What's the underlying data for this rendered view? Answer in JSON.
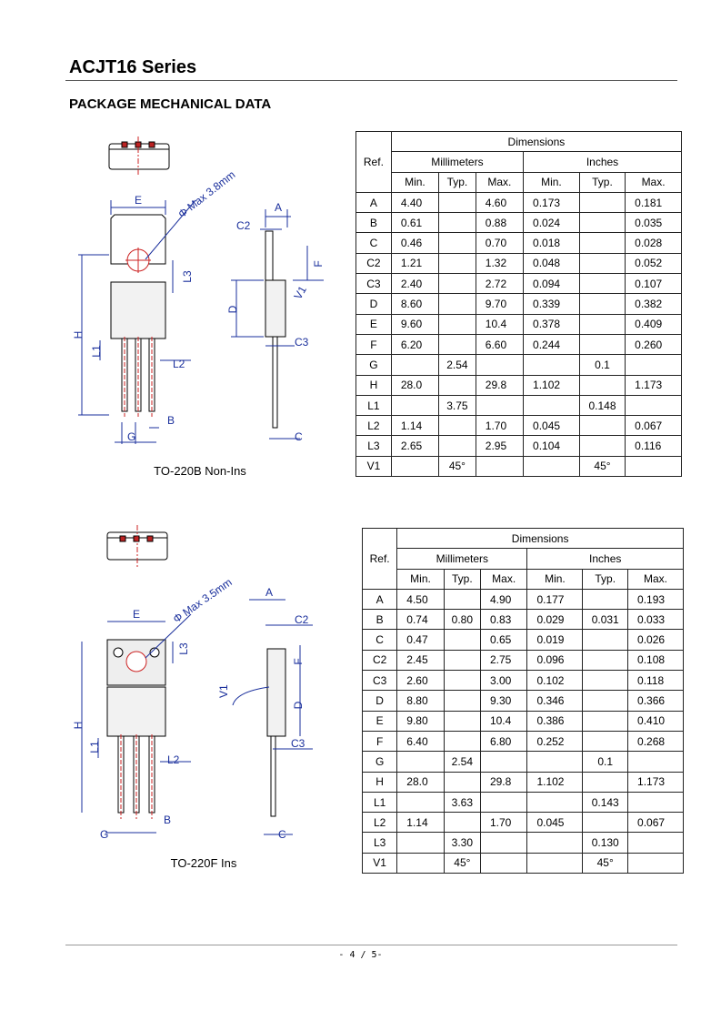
{
  "header": {
    "title": "ACJT16 Series",
    "section": "PACKAGE MECHANICAL DATA"
  },
  "colors": {
    "dimension_line": "#1a2f9c",
    "center_line": "#cc2222"
  },
  "packages": [
    {
      "name": "TO-220B Non-Ins",
      "diameter_note": "Φ Max 3.8mm",
      "table": {
        "ref_header": "Ref.",
        "dimensions_header": "Dimensions",
        "units": [
          "Millimeters",
          "Inches"
        ],
        "columns": [
          "Min.",
          "Typ.",
          "Max.",
          "Min.",
          "Typ.",
          "Max."
        ],
        "rows": [
          [
            "A",
            "4.40",
            "",
            "4.60",
            "0.173",
            "",
            "0.181"
          ],
          [
            "B",
            "0.61",
            "",
            "0.88",
            "0.024",
            "",
            "0.035"
          ],
          [
            "C",
            "0.46",
            "",
            "0.70",
            "0.018",
            "",
            "0.028"
          ],
          [
            "C2",
            "1.21",
            "",
            "1.32",
            "0.048",
            "",
            "0.052"
          ],
          [
            "C3",
            "2.40",
            "",
            "2.72",
            "0.094",
            "",
            "0.107"
          ],
          [
            "D",
            "8.60",
            "",
            "9.70",
            "0.339",
            "",
            "0.382"
          ],
          [
            "E",
            "9.60",
            "",
            "10.4",
            "0.378",
            "",
            "0.409"
          ],
          [
            "F",
            "6.20",
            "",
            "6.60",
            "0.244",
            "",
            "0.260"
          ],
          [
            "G",
            "",
            "2.54",
            "",
            "",
            "0.1",
            ""
          ],
          [
            "H",
            "28.0",
            "",
            "29.8",
            "1.102",
            "",
            "1.173"
          ],
          [
            "L1",
            "",
            "3.75",
            "",
            "",
            "0.148",
            ""
          ],
          [
            "L2",
            "1.14",
            "",
            "1.70",
            "0.045",
            "",
            "0.067"
          ],
          [
            "L3",
            "2.65",
            "",
            "2.95",
            "0.104",
            "",
            "0.116"
          ],
          [
            "V1",
            "",
            "45°",
            "",
            "",
            "45°",
            ""
          ]
        ]
      }
    },
    {
      "name": "TO-220F Ins",
      "diameter_note": "Φ Max 3.5mm",
      "table": {
        "ref_header": "Ref.",
        "dimensions_header": "Dimensions",
        "units": [
          "Millimeters",
          "Inches"
        ],
        "columns": [
          "Min.",
          "Typ.",
          "Max.",
          "Min.",
          "Typ.",
          "Max."
        ],
        "rows": [
          [
            "A",
            "4.50",
            "",
            "4.90",
            "0.177",
            "",
            "0.193"
          ],
          [
            "B",
            "0.74",
            "0.80",
            "0.83",
            "0.029",
            "0.031",
            "0.033"
          ],
          [
            "C",
            "0.47",
            "",
            "0.65",
            "0.019",
            "",
            "0.026"
          ],
          [
            "C2",
            "2.45",
            "",
            "2.75",
            "0.096",
            "",
            "0.108"
          ],
          [
            "C3",
            "2.60",
            "",
            "3.00",
            "0.102",
            "",
            "0.118"
          ],
          [
            "D",
            "8.80",
            "",
            "9.30",
            "0.346",
            "",
            "0.366"
          ],
          [
            "E",
            "9.80",
            "",
            "10.4",
            "0.386",
            "",
            "0.410"
          ],
          [
            "F",
            "6.40",
            "",
            "6.80",
            "0.252",
            "",
            "0.268"
          ],
          [
            "G",
            "",
            "2.54",
            "",
            "",
            "0.1",
            ""
          ],
          [
            "H",
            "28.0",
            "",
            "29.8",
            "1.102",
            "",
            "1.173"
          ],
          [
            "L1",
            "",
            "3.63",
            "",
            "",
            "0.143",
            ""
          ],
          [
            "L2",
            "1.14",
            "",
            "1.70",
            "0.045",
            "",
            "0.067"
          ],
          [
            "L3",
            "",
            "3.30",
            "",
            "",
            "0.130",
            ""
          ],
          [
            "V1",
            "",
            "45°",
            "",
            "",
            "45°",
            ""
          ]
        ]
      }
    }
  ],
  "dim_labels": {
    "A": "A",
    "B": "B",
    "C": "C",
    "C2": "C2",
    "C3": "C3",
    "D": "D",
    "E": "E",
    "F": "F",
    "G": "G",
    "H": "H",
    "L1": "L1",
    "L2": "L2",
    "L3": "L3",
    "V1": "V1"
  },
  "footer": {
    "page": "- 4 / 5-"
  }
}
